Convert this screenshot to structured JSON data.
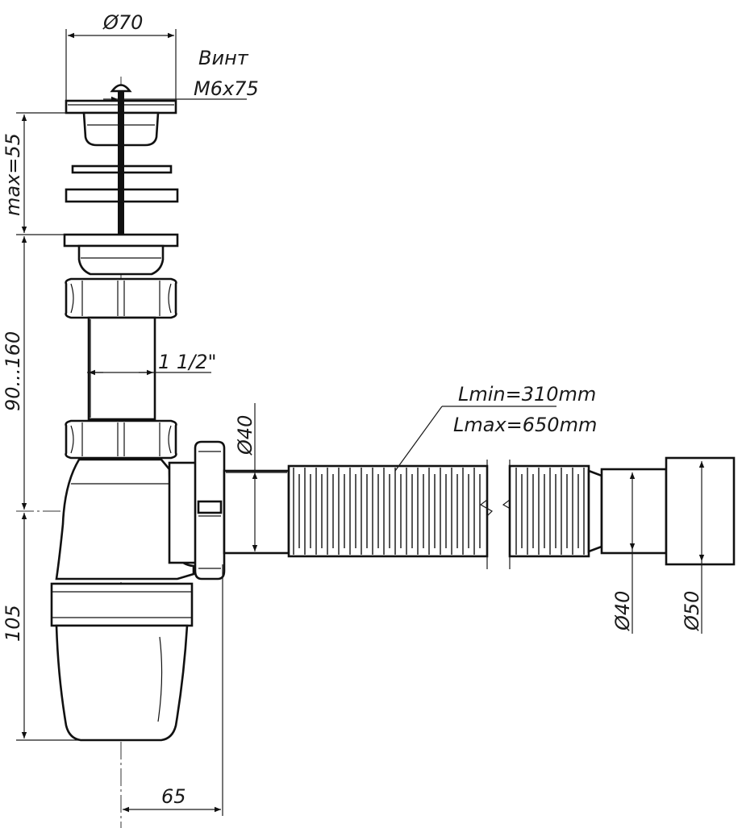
{
  "labels": {
    "top_diameter": "Ø70",
    "screw_word": "Винт",
    "screw_size": "M6x75",
    "max_height": "max=55",
    "range_height": "90...160",
    "thread": "1 1/2\"",
    "hose_lmin": "Lmin=310mm",
    "hose_lmax": "Lmax=650mm",
    "outlet_diameter_left": "Ø40",
    "hose_end_diameter": "Ø40",
    "outlet_diameter_right": "Ø50",
    "bottom_height": "105",
    "offset_width": "65"
  },
  "colors": {
    "ink": "#111111",
    "paper": "#ffffff"
  }
}
